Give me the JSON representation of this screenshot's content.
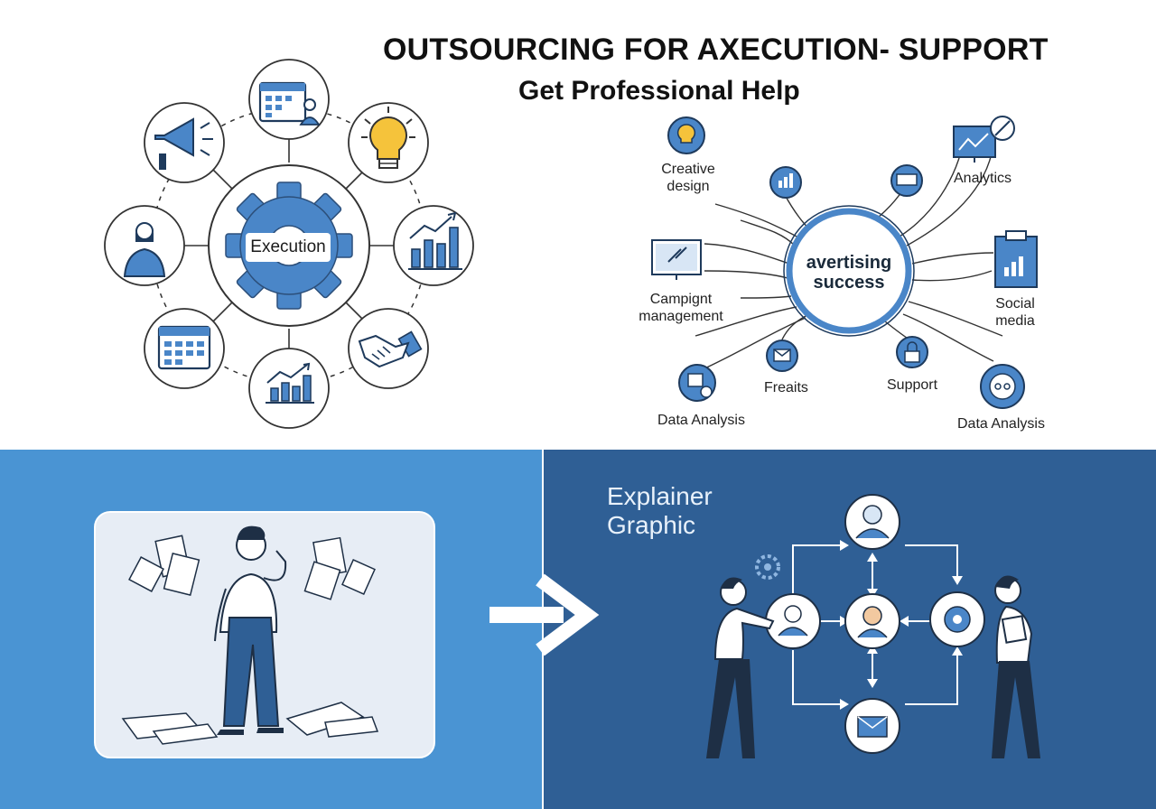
{
  "header": {
    "title": "OUTSOURCING FOR AXECUTION- SUPPORT",
    "subtitle": "Get Professional Help"
  },
  "execution_wheel": {
    "hub_label": "Execution",
    "spokes": [
      {
        "icon": "calendar-person-icon"
      },
      {
        "icon": "lightbulb-icon"
      },
      {
        "icon": "bar-chart-growth-icon"
      },
      {
        "icon": "handshake-icon"
      },
      {
        "icon": "line-chart-growth-icon"
      },
      {
        "icon": "calendar-icon"
      },
      {
        "icon": "person-icon"
      },
      {
        "icon": "megaphone-icon"
      }
    ]
  },
  "advertising_map": {
    "hub_label": "avertising success",
    "labels": {
      "creative_design": "Creative design",
      "analytics": "Analytics",
      "campaign_management": "Campignt management",
      "social_media": "Social media",
      "data_analysis_left": "Data Analysis",
      "freaits": "Freaits",
      "support": "Support",
      "data_analysis_right": "Data Analysis"
    }
  },
  "explainer": {
    "label": "Explainer Graphic"
  },
  "colors": {
    "accent_blue": "#4a86c8",
    "left_panel": "#4a94d3",
    "right_panel": "#2f5f95",
    "bulb_yellow": "#f5c33b"
  }
}
